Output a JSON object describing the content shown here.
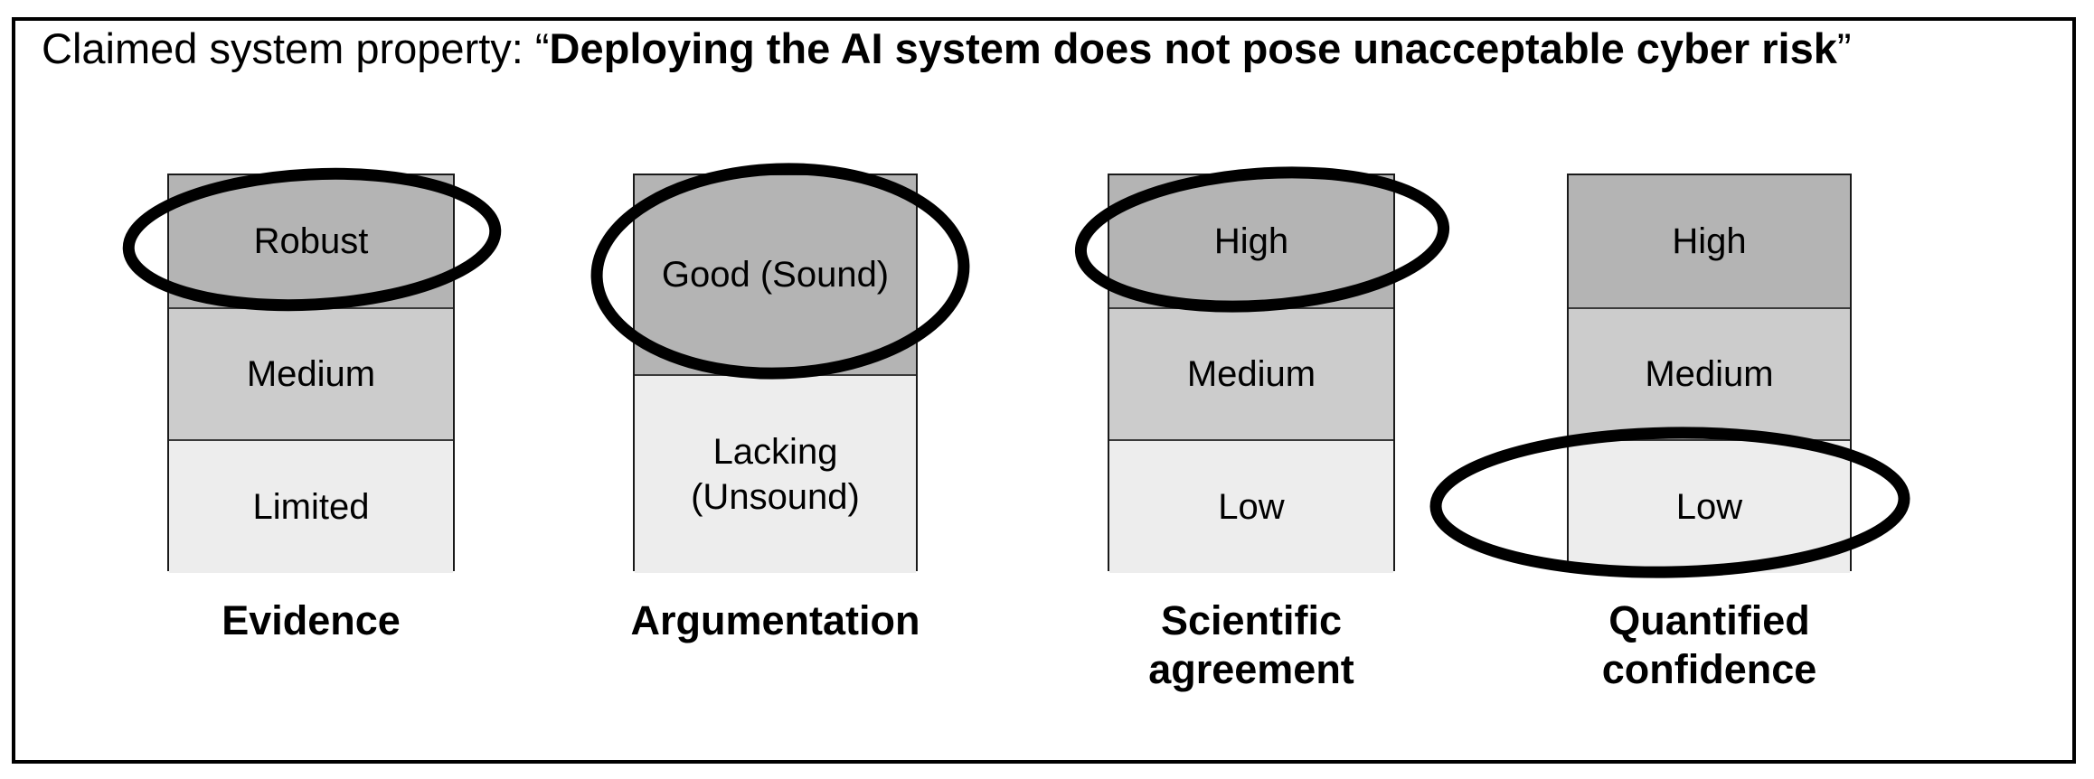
{
  "heading": {
    "prefix": "Claimed system property: “",
    "claim": "Deploying the AI system does not pose unacceptable cyber risk",
    "suffix": "”"
  },
  "colors": {
    "high_fill": "#b4b4b4",
    "medium_fill": "#cccccc",
    "low_fill": "#ededed",
    "stroke": "#000000",
    "background": "#ffffff",
    "highlight": "#000000"
  },
  "chart_data": {
    "type": "bar",
    "title": "Claimed system property: “Deploying the AI system does not pose unacceptable cyber risk”",
    "xlabel": "",
    "ylabel": "",
    "grid": false,
    "legend": "none",
    "categories": [
      "Evidence",
      "Argumentation",
      "Scientific agreement",
      "Quantified confidence"
    ],
    "levels_per_category": [
      [
        "Robust",
        "Medium",
        "Limited"
      ],
      [
        "Good\n(Sound)",
        "Lacking\n(Unsound)"
      ],
      [
        "High",
        "Medium",
        "Low"
      ],
      [
        "High",
        "Medium",
        "Low"
      ]
    ],
    "selected": [
      "Robust",
      "Good (Sound)",
      "High",
      "Low"
    ],
    "annotations": [
      "Ellipse highlights the 'Robust' level of Evidence",
      "Ellipse highlights the 'Good (Sound)' level of Argumentation",
      "Ellipse highlights the 'High' level of Scientific agreement",
      "Ellipse highlights the 'Low' level of Quantified confidence"
    ]
  },
  "columns": [
    {
      "id": "evidence",
      "label": "Evidence",
      "segments": [
        {
          "text": "Robust",
          "tone": "high",
          "highlighted": true
        },
        {
          "text": "Medium",
          "tone": "mid",
          "highlighted": false
        },
        {
          "text": "Limited",
          "tone": "low",
          "highlighted": false
        }
      ]
    },
    {
      "id": "argumentation",
      "label": "Argumentation",
      "segments": [
        {
          "text": "Good\n(Sound)",
          "tone": "high",
          "highlighted": true
        },
        {
          "text": "Lacking\n(Unsound)",
          "tone": "low",
          "highlighted": false
        }
      ]
    },
    {
      "id": "scientific-agreement",
      "label": "Scientific\nagreement",
      "segments": [
        {
          "text": "High",
          "tone": "high",
          "highlighted": true
        },
        {
          "text": "Medium",
          "tone": "mid",
          "highlighted": false
        },
        {
          "text": "Low",
          "tone": "low",
          "highlighted": false
        }
      ]
    },
    {
      "id": "quantified-confidence",
      "label": "Quantified\nconfidence",
      "segments": [
        {
          "text": "High",
          "tone": "high",
          "highlighted": false
        },
        {
          "text": "Medium",
          "tone": "mid",
          "highlighted": false
        },
        {
          "text": "Low",
          "tone": "low",
          "highlighted": true
        }
      ]
    }
  ]
}
